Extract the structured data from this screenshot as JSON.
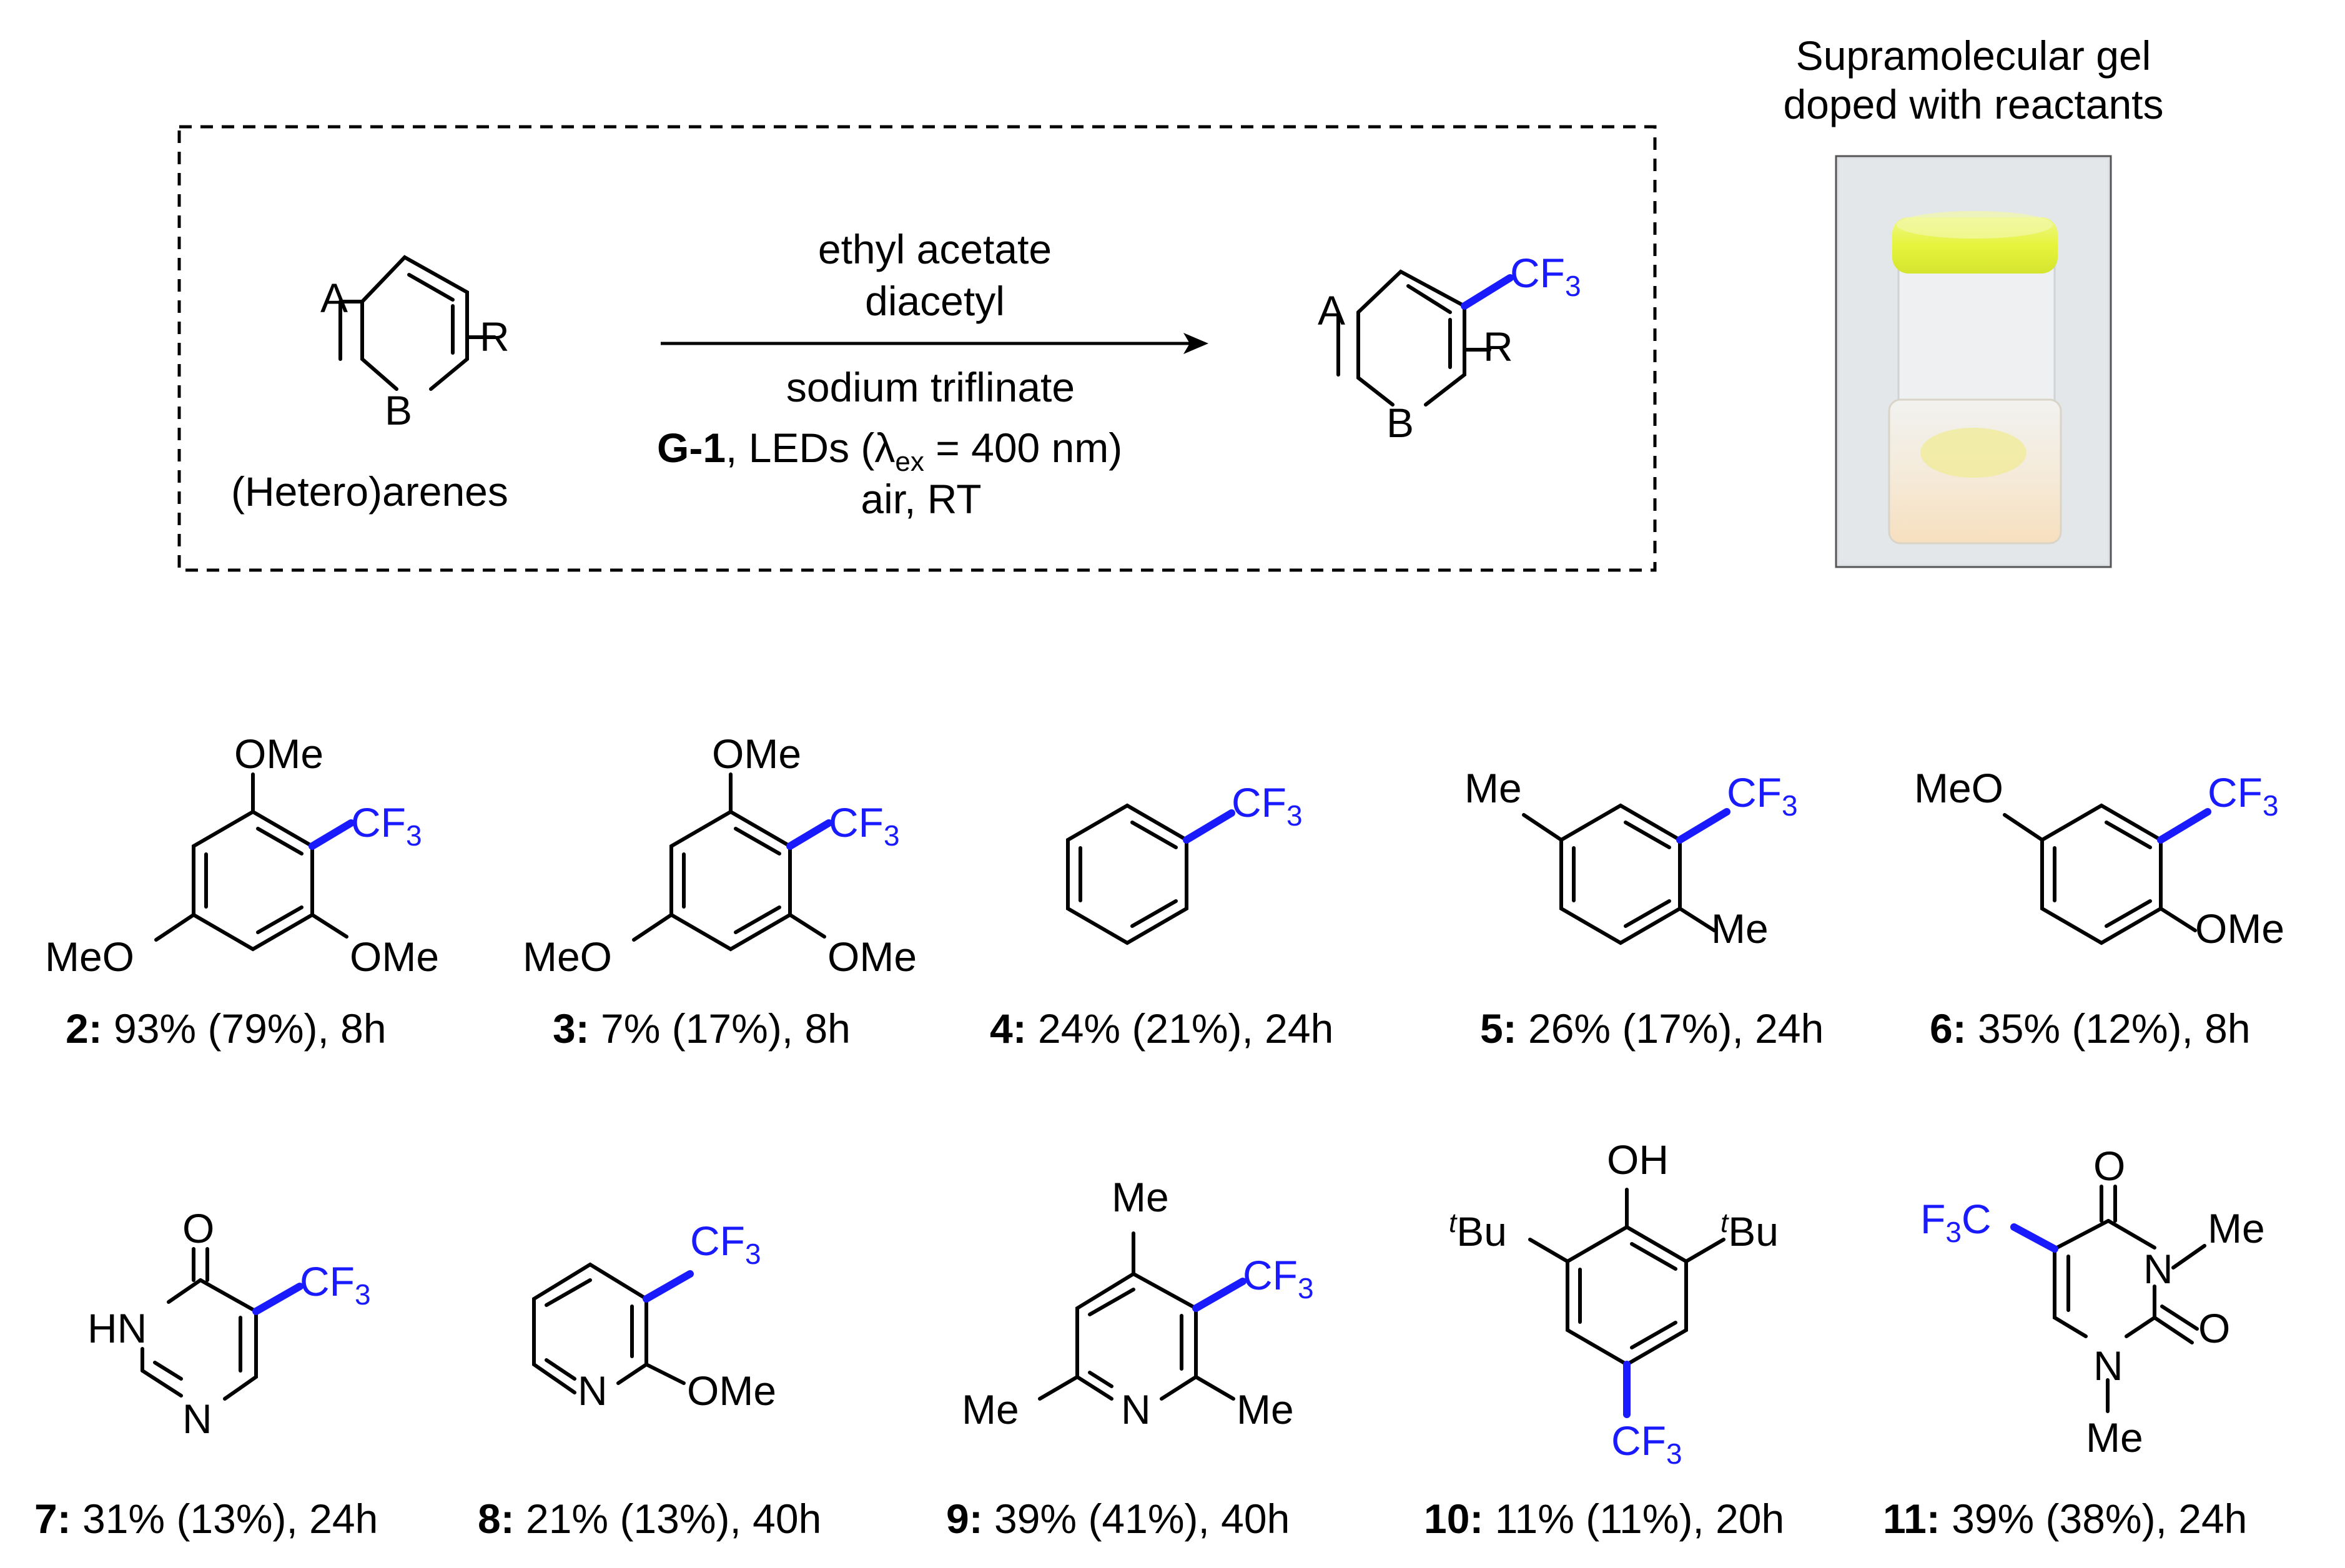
{
  "gel_caption": [
    "Supramolecular gel",
    "doped with reactants"
  ],
  "reaction": {
    "reactant_label": "(Hetero)arenes",
    "conditions_above": [
      "ethyl acetate",
      "diacetyl"
    ],
    "conditions_below_1": "sodium triflinate",
    "conditions_below_2": {
      "catalyst": "G-1",
      "rest_a": ", LEDs (λ",
      "sub": "ex",
      "rest_b": " = 400 nm)"
    },
    "conditions_below_3": "air, RT",
    "ring_labels": {
      "A": "A",
      "B": "B",
      "R": "R"
    },
    "cf3": {
      "main": "CF",
      "sub": "3"
    }
  },
  "labels": {
    "OMe": "OMe",
    "MeO": "MeO",
    "Me": "Me",
    "OH": "OH",
    "tBu_sup": "t",
    "tBu_base": "Bu",
    "N": "N",
    "HN": "HN",
    "O": "O",
    "F3C_a": "F",
    "F3C_sub": "3",
    "F3C_b": "C"
  },
  "compounds": [
    {
      "id": "2:",
      "text": " 93% (79%), 8h"
    },
    {
      "id": "3:",
      "text": " 7% (17%), 8h"
    },
    {
      "id": "4:",
      "text": " 24% (21%), 24h"
    },
    {
      "id": "5:",
      "text": " 26% (17%), 24h"
    },
    {
      "id": "6:",
      "text": " 35% (12%), 8h"
    },
    {
      "id": "7:",
      "text": " 31% (13%), 24h"
    },
    {
      "id": "8:",
      "text": " 21% (13%), 40h"
    },
    {
      "id": "9:",
      "text": " 39% (41%), 40h"
    },
    {
      "id": "10:",
      "text": " 11% (11%), 20h"
    },
    {
      "id": "11:",
      "text": " 39% (38%), 24h"
    }
  ],
  "colors": {
    "cf3": "#1a1aff",
    "gel_cap": "#e8f545",
    "gel_body": "#f7e4cc"
  }
}
